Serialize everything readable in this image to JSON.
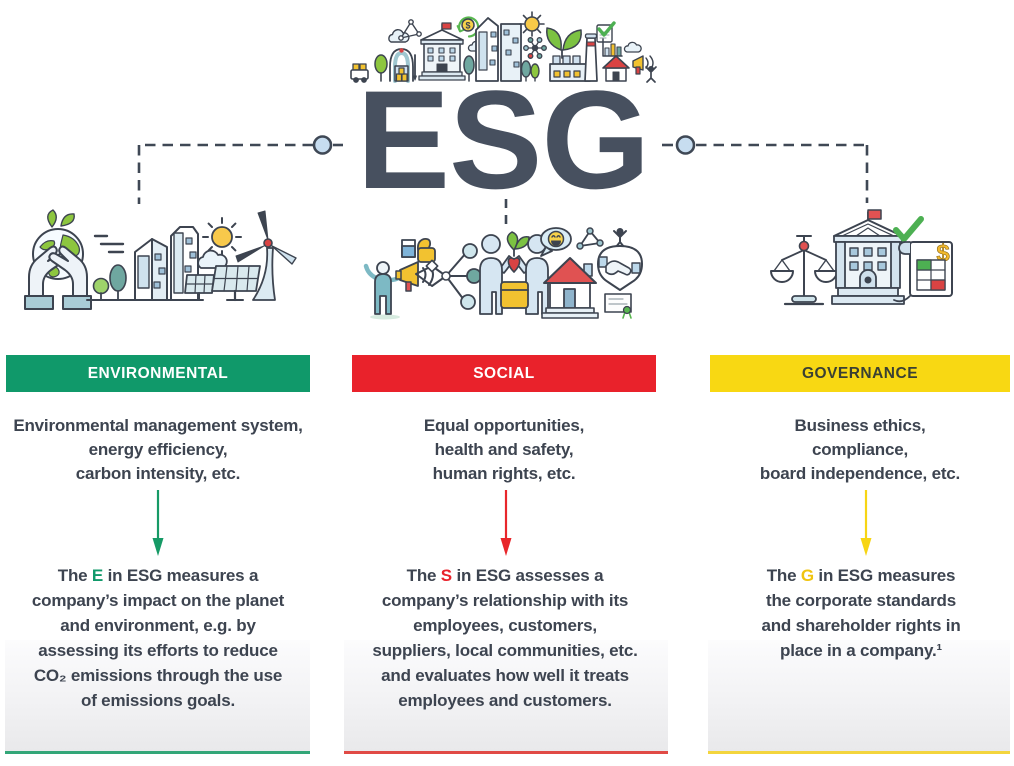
{
  "title": "ESG",
  "colors": {
    "environmental_green": "#10996a",
    "social_red": "#e9222b",
    "governance_yellow": "#f8d813",
    "body_text": "#3d4450",
    "title_text": "#47505f",
    "connector_line": "#3f4855",
    "connector_dot_fill": "#c7ddf0",
    "env_underline": "#33a678",
    "soc_underline": "#e04a45",
    "gov_underline": "#f3d53d"
  },
  "columns": [
    {
      "id": "environmental",
      "banner": "ENVIRONMENTAL",
      "summary": "Environmental management system,\nenergy efficiency,\ncarbon intensity, etc.",
      "description_prefix": "The ",
      "description_letter": "E",
      "description_rest": " in ESG measures a\ncompany’s impact on the planet\nand environment, e.g. by\nassessing its efforts to reduce\nCO₂ emissions through the use\nof emissions goals."
    },
    {
      "id": "social",
      "banner": "SOCIAL",
      "summary": "Equal opportunities,\nhealth and safety,\nhuman rights, etc.",
      "description_prefix": "The ",
      "description_letter": "S",
      "description_rest": " in ESG assesses a\ncompany’s relationship with its\nemployees, customers,\nsuppliers, local communities, etc.\nand evaluates how well it treats\nemployees and customers."
    },
    {
      "id": "governance",
      "banner": "GOVERNANCE",
      "summary": "Business ethics,\ncompliance,\nboard independence, etc.",
      "description_prefix": "The ",
      "description_letter": "G",
      "description_rest": " in ESG measures\nthe corporate standards\nand shareholder rights in\nplace in a company.¹"
    }
  ],
  "icons": {
    "top_strip": [
      "truck-icon",
      "warehouse-icon",
      "bank-icon",
      "recycle-dollar-icon",
      "skyscrapers-icon",
      "sun-icon",
      "molecule-icon",
      "sprout-icon",
      "factory-icon",
      "checklist-icon",
      "bar-chart-icon",
      "house-icon",
      "megaphone-icon"
    ],
    "environmental": [
      "hands-holding-earth-icon",
      "trees-icon",
      "buildings-icon",
      "sun-icon",
      "cloud-icon",
      "solar-panels-icon",
      "wind-turbine-icon"
    ],
    "social": [
      "megaphone-person-icon",
      "thumbs-up-icon",
      "network-icon",
      "people-sharing-plant-icon",
      "smiley-bubble-icon",
      "house-icon",
      "handshake-icon",
      "certificate-icon"
    ],
    "governance": [
      "scales-icon",
      "bank-icon",
      "checkmark-icon",
      "financial-scroll-icon"
    ]
  }
}
